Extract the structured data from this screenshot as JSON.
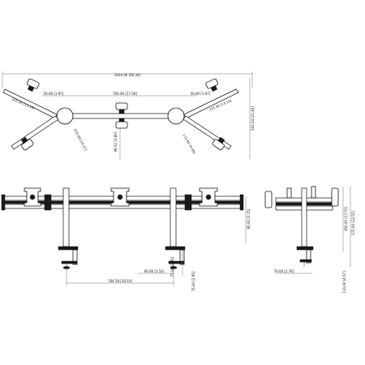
{
  "drawing": {
    "top_view": {
      "overall_width": "1634.00 [64.34]",
      "center_span": "700.00 [27.56]",
      "left_arm_length": "335.00 [13.19]",
      "right_arm_length": "335.00 [13.19]",
      "left_offset": "50.00 [1.97]",
      "right_offset": "50.00 [1.97]",
      "center_depth": "96.52 [3.80]",
      "overall_depth": "543.54 [21.40]",
      "left_diag": "619.00 [24.37]",
      "right_diag": "113.92 [4.49]"
    },
    "front_view": {
      "pole_span": "764.58 [30.10]",
      "clamp_offset": "90.00 [3.54]",
      "clamp_gap": "75.00 [2.95]",
      "bar_height": "80.00 [3.15]"
    },
    "side_view": {
      "base_depth": "70.00 [2.76]",
      "upper_height": "450.00 [17.72]",
      "total_height": "572.00 [22.52]",
      "clamp_height": "114.00 [4.57]"
    }
  }
}
